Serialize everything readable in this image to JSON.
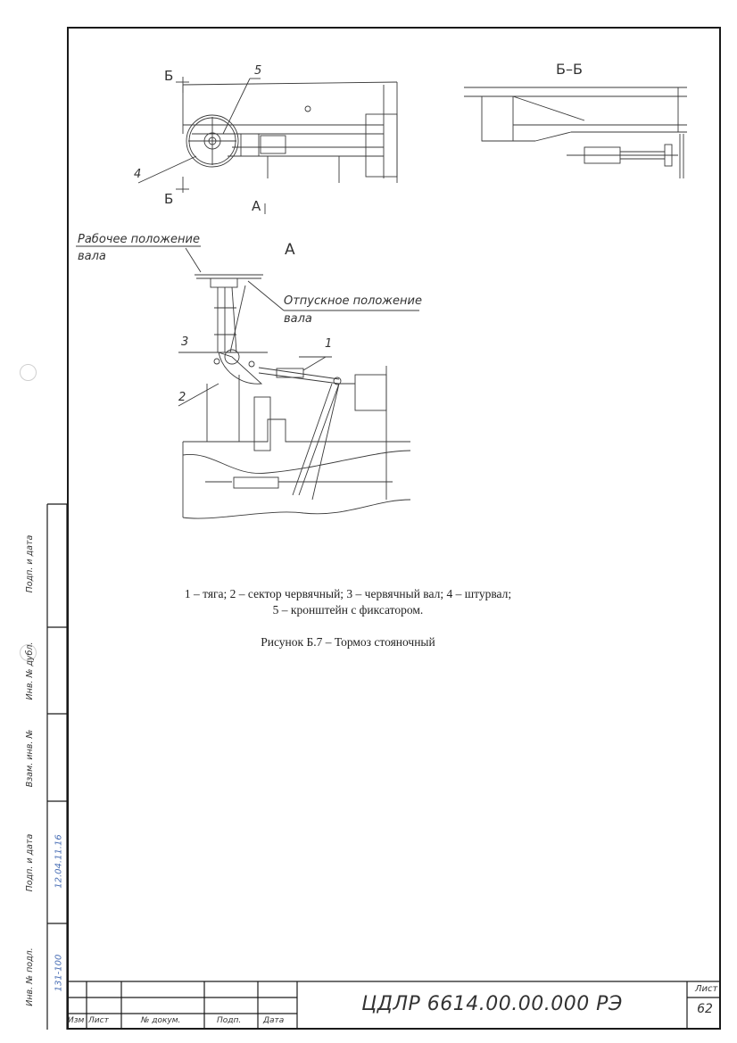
{
  "section_bb_top": "Б",
  "section_bb_bottom": "Б",
  "view_a_marker": "А",
  "section_bb_title": "Б–Б",
  "view_a_title": "А",
  "callouts": {
    "c1": "1",
    "c2": "2",
    "c3": "3",
    "c4": "4",
    "c5": "5"
  },
  "work_position": {
    "line1": "Рабочее положение",
    "line2": "вала"
  },
  "release_position": {
    "line1": "Отпускное положение",
    "line2": "вала"
  },
  "legend": {
    "line1": "1 – тяга; 2 – сектор червячный; 3 – червячный вал; 4 – штурвал;",
    "line2": "5 – кронштейн с фиксатором."
  },
  "figure_caption": "Рисунок Б.7 – Тормоз стояночный",
  "side_stamp": {
    "f1": "Подп. и дата",
    "f2": "Инв. № дубл.",
    "f3": "Взам. инв. №",
    "f4": "Подп. и дата",
    "f5": "Инв. № подл."
  },
  "handwritten": {
    "date": "12.04.11.16",
    "inv": "131-100"
  },
  "title_block": {
    "izm": "Изм",
    "list": "Лист",
    "doc_no": "№ докум.",
    "sign": "Подп.",
    "date": "Дата",
    "designation": "ЦДЛР 6614.00.00.000 РЭ",
    "sheet_label": "Лист",
    "sheet_no": "62"
  }
}
